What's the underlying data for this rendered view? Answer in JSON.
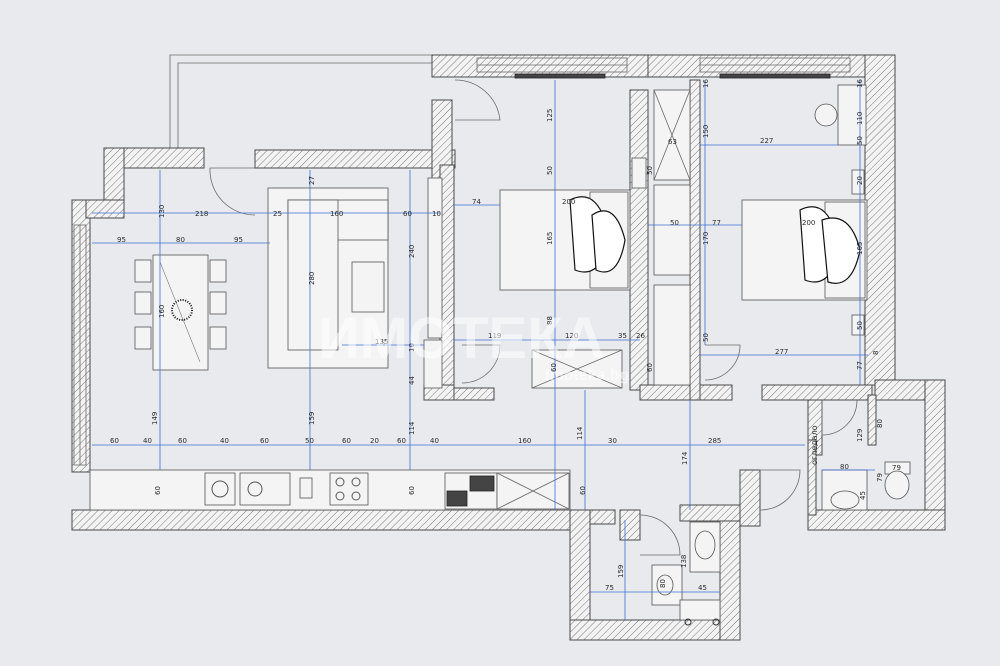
{
  "watermark": {
    "brand": "ИМОТЕКА",
    "url": "imoteka.bg"
  },
  "labels": {
    "mirror": "огледало"
  },
  "dimensions": {
    "living": [
      "130",
      "218",
      "25",
      "160",
      "60",
      "10",
      "95",
      "80",
      "95",
      "160",
      "280",
      "135",
      "10",
      "240",
      "149",
      "159",
      "44",
      "114",
      "27"
    ],
    "bottom_row": [
      "60",
      "40",
      "60",
      "40",
      "60",
      "50",
      "60",
      "20",
      "60",
      "40",
      "160",
      "30",
      "285",
      "114",
      "174"
    ],
    "kitchen": [
      "60",
      "60",
      "60"
    ],
    "bedroom1": [
      "74",
      "200",
      "125",
      "50",
      "165",
      "88",
      "119",
      "120",
      "35",
      "26",
      "60",
      "60",
      "50"
    ],
    "wardrobe": [
      "63",
      "50",
      "170",
      "50"
    ],
    "bedroom2": [
      "227",
      "150",
      "77",
      "200",
      "165",
      "50",
      "277",
      "20",
      "110",
      "50",
      "16",
      "16",
      "8",
      "77"
    ],
    "bath1": [
      "80",
      "129",
      "80",
      "79",
      "79",
      "45"
    ],
    "bath2": [
      "159",
      "138",
      "75",
      "45",
      "80"
    ]
  }
}
